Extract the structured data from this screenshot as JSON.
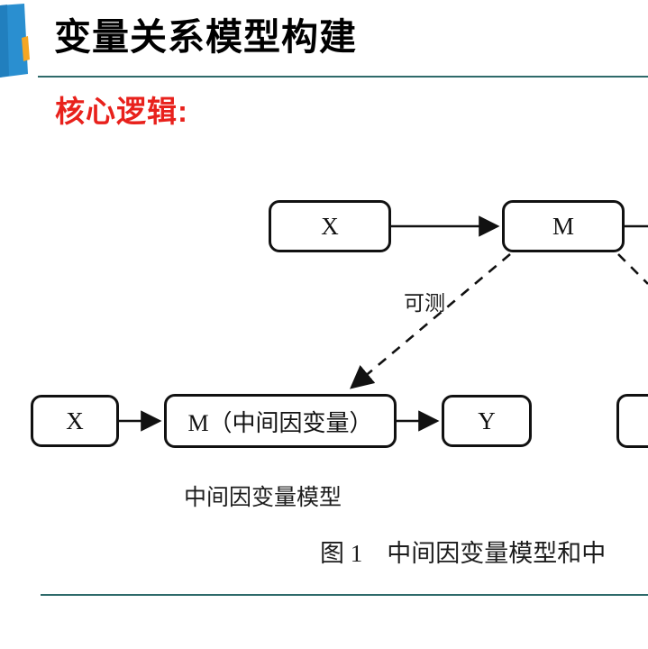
{
  "slide": {
    "title": "变量关系模型构建",
    "section_label": "核心逻辑:",
    "background_color": "#ffffff",
    "rule_color": "#2e6a6a",
    "title_color": "#000000",
    "section_label_color": "#e8211c",
    "logo": {
      "icon": "blue-ribbon-logo",
      "primary_color": "#2a8fd0",
      "accent_color": "#f5a623"
    }
  },
  "figure": {
    "nodes": {
      "x_top": "X",
      "m_top": "M",
      "x_bottom": "X",
      "m_bottom": "M（中间因变量）",
      "y_bottom": "Y",
      "partial_right": ""
    },
    "edge_labels": {
      "measurable": "可测"
    },
    "captions": {
      "model_name": "中间因变量模型",
      "figure_caption": "图 1　中间因变量模型和中"
    },
    "edge_color": "#111111"
  }
}
